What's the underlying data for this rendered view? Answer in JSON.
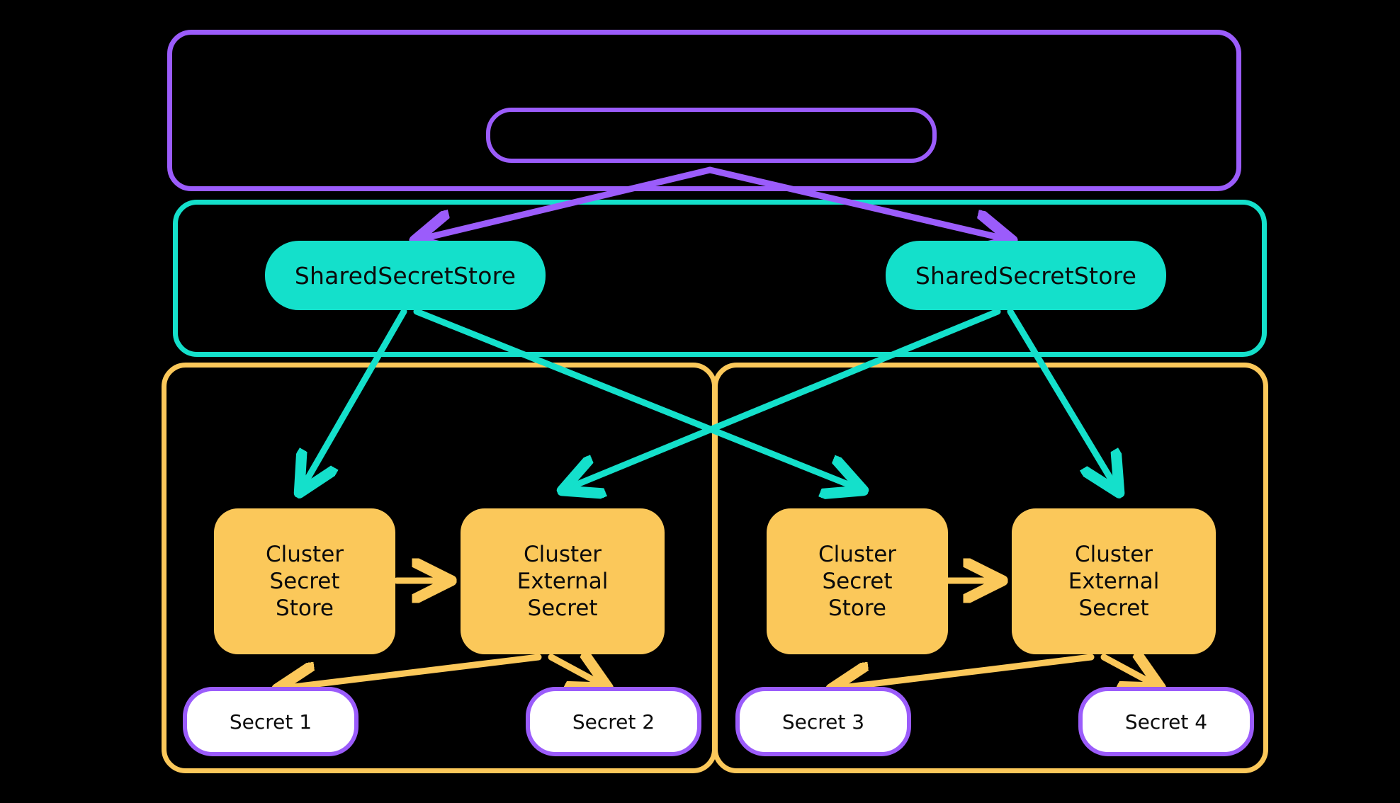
{
  "diagram": {
    "title": "External Secrets Operator shared secret store topology",
    "background": "#000000",
    "colors": {
      "purple": "#9b5cfb",
      "teal": "#14e0cb",
      "orange": "#fbc85a",
      "white": "#ffffff",
      "text": "#0b0b0b"
    }
  },
  "groups": {
    "cluster_scope": {
      "label": "",
      "border_color": "#9b5cfb"
    },
    "shared_scope": {
      "label": "",
      "border_color": "#14e0cb"
    },
    "left_cluster": {
      "label": "",
      "border_color": "#fbc85a"
    },
    "right_cluster": {
      "label": "",
      "border_color": "#fbc85a"
    }
  },
  "nodes": {
    "operator": {
      "label": "",
      "shape": "rounded-rect-outline",
      "color": "#9b5cfb"
    },
    "shared_store_left": {
      "label": "SharedSecretStore",
      "color": "#14e0cb"
    },
    "shared_store_right": {
      "label": "SharedSecretStore",
      "color": "#14e0cb"
    },
    "css_left": {
      "lines": [
        "Cluster",
        "Secret",
        "Store"
      ],
      "color": "#fbc85a"
    },
    "ces_left": {
      "lines": [
        "Cluster",
        "External",
        "Secret"
      ],
      "color": "#fbc85a"
    },
    "css_right": {
      "lines": [
        "Cluster",
        "Secret",
        "Store"
      ],
      "color": "#fbc85a"
    },
    "ces_right": {
      "lines": [
        "Cluster",
        "External",
        "Secret"
      ],
      "color": "#fbc85a"
    },
    "secret_1": {
      "label": "Secret 1",
      "color": "#ffffff",
      "border": "#9b5cfb"
    },
    "secret_2": {
      "label": "Secret 2",
      "color": "#ffffff",
      "border": "#9b5cfb"
    },
    "secret_3": {
      "label": "Secret 3",
      "color": "#ffffff",
      "border": "#9b5cfb"
    },
    "secret_4": {
      "label": "Secret 4",
      "color": "#ffffff",
      "border": "#9b5cfb"
    }
  },
  "edges": [
    {
      "from": "operator",
      "to": "shared_store_left",
      "color": "#9b5cfb"
    },
    {
      "from": "operator",
      "to": "shared_store_right",
      "color": "#9b5cfb"
    },
    {
      "from": "shared_store_left",
      "to": "css_left",
      "color": "#14e0cb"
    },
    {
      "from": "shared_store_left",
      "to": "css_right",
      "color": "#14e0cb"
    },
    {
      "from": "shared_store_right",
      "to": "ces_left",
      "color": "#14e0cb"
    },
    {
      "from": "shared_store_right",
      "to": "ces_right",
      "color": "#14e0cb"
    },
    {
      "from": "css_left",
      "to": "ces_left",
      "color": "#fbc85a"
    },
    {
      "from": "css_right",
      "to": "ces_right",
      "color": "#fbc85a"
    },
    {
      "from": "ces_left",
      "to": "secret_1",
      "color": "#fbc85a"
    },
    {
      "from": "ces_left",
      "to": "secret_2",
      "color": "#fbc85a"
    },
    {
      "from": "ces_right",
      "to": "secret_3",
      "color": "#fbc85a"
    },
    {
      "from": "ces_right",
      "to": "secret_4",
      "color": "#fbc85a"
    }
  ]
}
